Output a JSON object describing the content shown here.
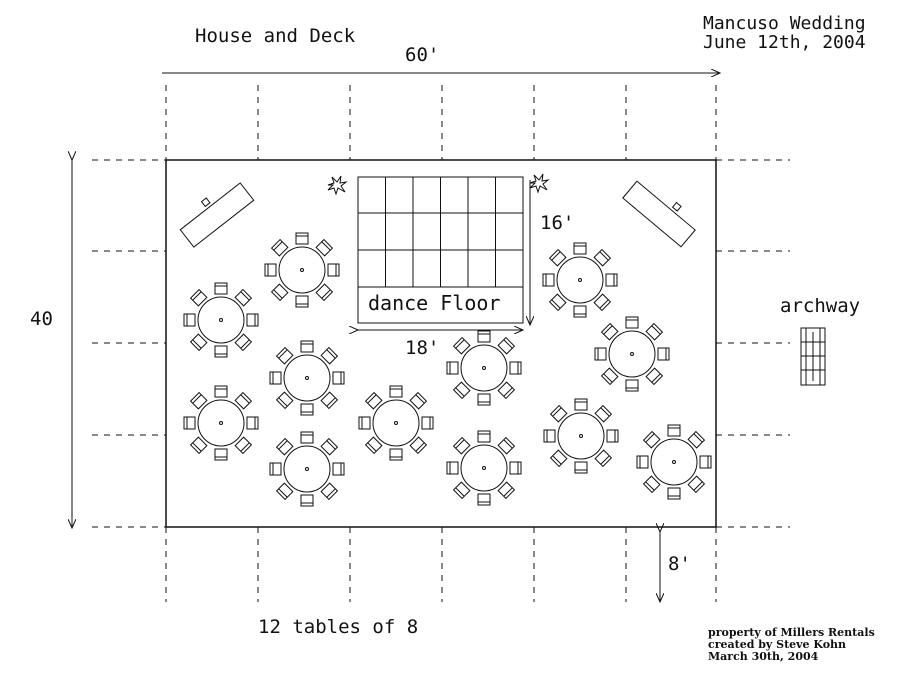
{
  "header": {
    "venue_label": "House and Deck",
    "event_title": "Mancuso Wedding",
    "event_date": "June 12th, 2004"
  },
  "dimensions": {
    "width": "60'",
    "depth": "40",
    "dance_floor_width": "18'",
    "dance_floor_depth": "16'",
    "offset": "8'"
  },
  "dance_floor": {
    "label": "dance Floor"
  },
  "archway": {
    "label": "archway"
  },
  "summary": {
    "tables": "12 tables of 8"
  },
  "credits": {
    "line1": "property of Millers Rentals",
    "line2": "created by Steve Kohn",
    "line3": "March 30th, 2004"
  }
}
